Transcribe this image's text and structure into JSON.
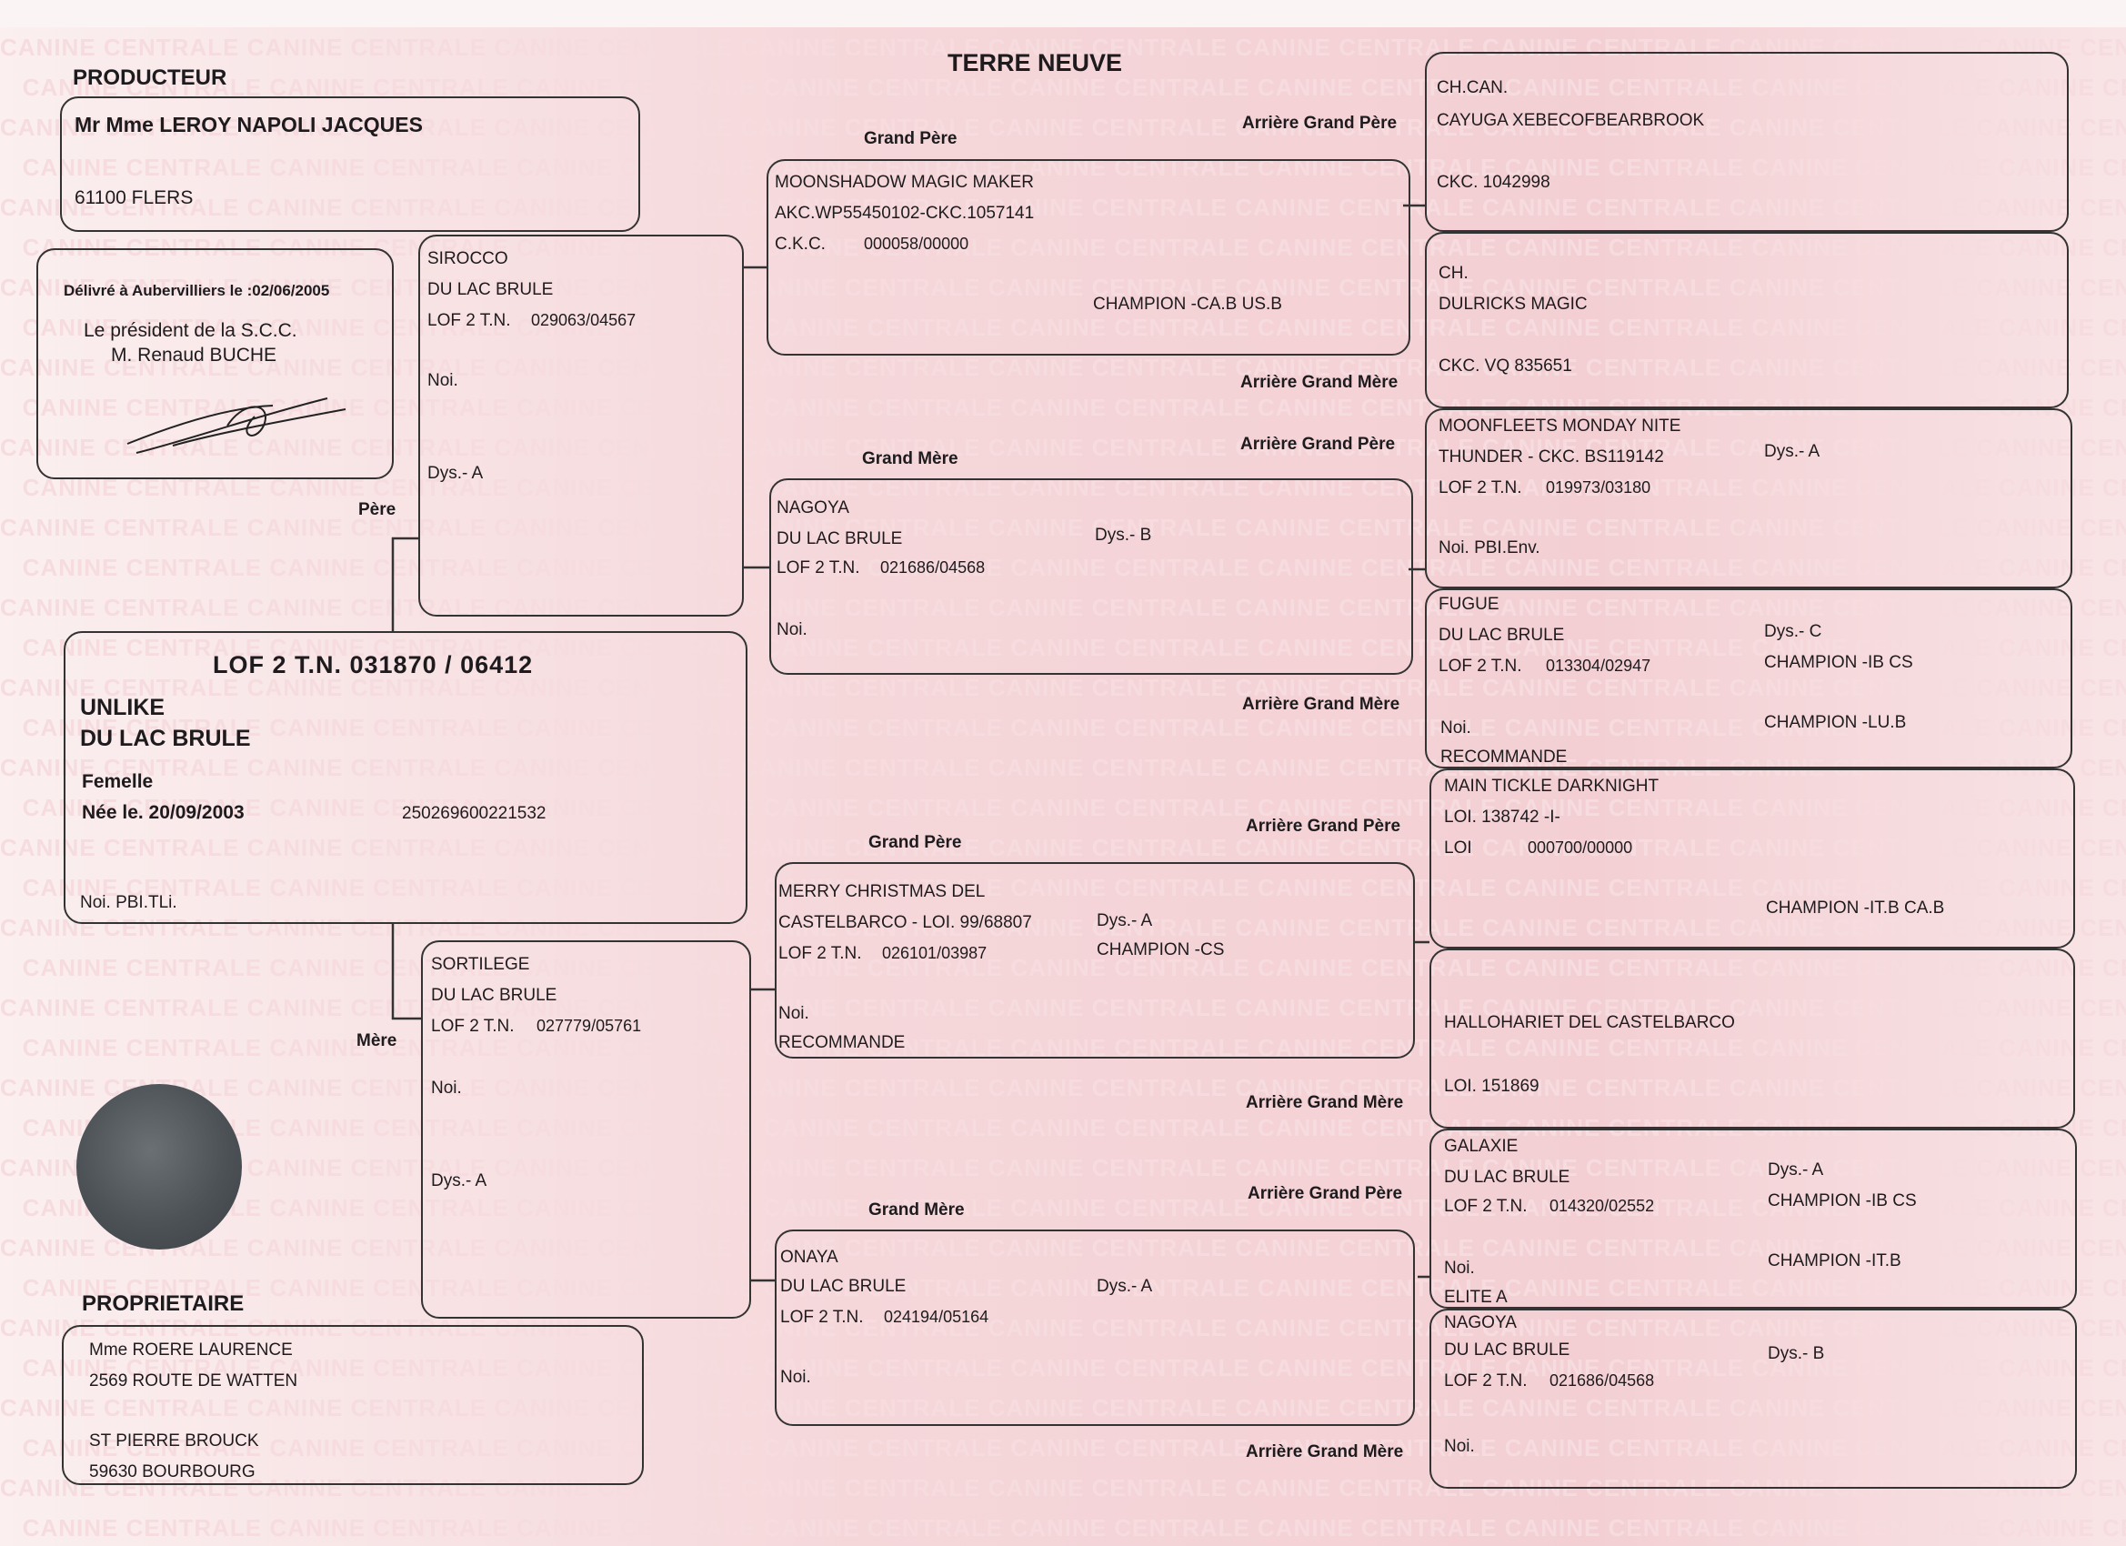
{
  "background_text": "CANINE CENTRALE",
  "title": "TERRE NEUVE",
  "producteur": {
    "heading": "PRODUCTEUR",
    "name": "Mr Mme LEROY NAPOLI JACQUES",
    "city": "61100 FLERS"
  },
  "delivery": {
    "line1": "Délivré à Aubervilliers le :02/06/2005",
    "line2": "Le président de la S.C.C.",
    "line3": "M. Renaud BUCHE"
  },
  "dog": {
    "lof": "LOF 2 T.N. 031870 / 06412",
    "name1": "UNLIKE",
    "name2": "DU LAC BRULE",
    "sex": "Femelle",
    "born": "Née le. 20/09/2003",
    "chip": "250269600221532",
    "color": "Noi. PBI.TLi."
  },
  "labels": {
    "pere": "Père",
    "mere": "Mère",
    "grand_pere": "Grand Père",
    "grand_mere": "Grand Mère",
    "ag_pere": "Arrière Grand Père",
    "ag_mere": "Arrière Grand Mère"
  },
  "sire": {
    "l1": "SIROCCO",
    "l2": "DU LAC BRULE",
    "l3": "LOF 2 T.N.",
    "l3b": "029063/04567",
    "l4": "Noi.",
    "l5": "Dys.- A"
  },
  "dam": {
    "l1": "SORTILEGE",
    "l2": "DU LAC BRULE",
    "l3": "LOF 2 T.N.",
    "l3b": "027779/05761",
    "l4": "Noi.",
    "l5": "Dys.- A"
  },
  "gp1": {
    "l1": "MOONSHADOW MAGIC MAKER",
    "l2": "AKC.WP55450102-CKC.1057141",
    "l3": "C.K.C.",
    "l3b": "000058/00000",
    "champ": "CHAMPION -CA.B US.B"
  },
  "gm1": {
    "l1": "NAGOYA",
    "l2": "DU LAC BRULE",
    "l3": "LOF 2 T.N.",
    "l3b": "021686/04568",
    "l4": "Noi.",
    "dys": "Dys.- B"
  },
  "gp2": {
    "l1": "MERRY CHRISTMAS DEL",
    "l2": "CASTELBARCO - LOI. 99/68807",
    "l3": "LOF 2 T.N.",
    "l3b": "026101/03987",
    "l4": "Noi.",
    "l5": "RECOMMANDE",
    "dys": "Dys.- A",
    "champ": "CHAMPION -CS"
  },
  "gm2": {
    "l1": "ONAYA",
    "l2": "DU LAC BRULE",
    "l3": "LOF 2 T.N.",
    "l3b": "024194/05164",
    "l4": "Noi.",
    "dys": "Dys.- A"
  },
  "ag1": {
    "l1": "CH.CAN.",
    "l2": "CAYUGA XEBECOFBEARBROOK",
    "l3": "CKC. 1042998"
  },
  "ag2": {
    "l1": "CH.",
    "l2": "DULRICKS MAGIC",
    "l3": "CKC. VQ 835651"
  },
  "ag3": {
    "l1": "MOONFLEETS MONDAY NITE",
    "l2": "THUNDER - CKC. BS119142",
    "l3": "LOF 2 T.N.",
    "l3b": "019973/03180",
    "l4": "Noi. PBI.Env.",
    "dys": "Dys.- A"
  },
  "ag4": {
    "l1": "FUGUE",
    "l2": "DU LAC BRULE",
    "l3": "LOF 2 T.N.",
    "l3b": "013304/02947",
    "l4": "Noi.",
    "l5": "RECOMMANDE",
    "dys": "Dys.- C",
    "c1": "CHAMPION -IB CS",
    "c2": "CHAMPION -LU.B"
  },
  "ag5": {
    "l1": "MAIN TICKLE DARKNIGHT",
    "l2": "LOI. 138742 -I-",
    "l3": "LOI",
    "l3b": "000700/00000",
    "champ": "CHAMPION -IT.B CA.B"
  },
  "ag6": {
    "l1": "HALLOHARIET DEL CASTELBARCO",
    "l2": "LOI. 151869"
  },
  "ag7": {
    "l1": "GALAXIE",
    "l2": "DU LAC BRULE",
    "l3": "LOF 2 T.N.",
    "l3b": "014320/02552",
    "l4": "Noi.",
    "l5": "ELITE A",
    "dys": "Dys.- A",
    "c1": "CHAMPION -IB CS",
    "c2": "CHAMPION -IT.B"
  },
  "ag8": {
    "l1": "NAGOYA",
    "l2": "DU LAC BRULE",
    "l3": "LOF 2 T.N.",
    "l3b": "021686/04568",
    "l4": "Noi.",
    "dys": "Dys.- B"
  },
  "proprietaire": {
    "heading": "PROPRIETAIRE",
    "l1": "Mme ROERE LAURENCE",
    "l2": "2569 ROUTE DE WATTEN",
    "l3": "ST PIERRE BROUCK",
    "l4": "59630 BOURBOURG"
  }
}
